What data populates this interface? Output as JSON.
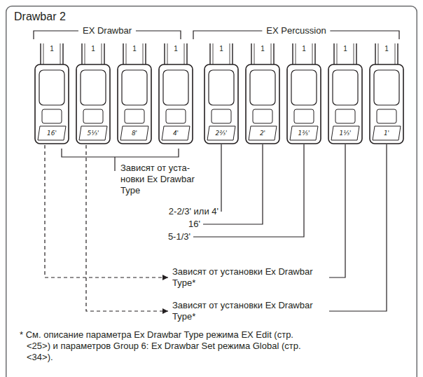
{
  "diagram": {
    "caption": "* См. описание параметра Ex Drawbar Type режима EX Edit (стр. <25>) и параметров Group 6: Ex Drawbar Set режима Global (стр. <34>).",
    "nodes": [
      {
        "text": [
          "Drawbar 2"
        ]
      },
      {
        "text": [
          "1",
          "16'"
        ],
        "in": 0
      },
      {
        "text": [
          "1",
          "5⅓'"
        ],
        "in": 0
      },
      {
        "text": [
          "1",
          "8'"
        ],
        "in": 0
      },
      {
        "text": [
          "1",
          "4'"
        ],
        "in": 0
      },
      {
        "text": [
          "1",
          "2⅔'"
        ],
        "in": 0
      },
      {
        "text": [
          "1",
          "2'"
        ],
        "in": 0
      },
      {
        "text": [
          "1",
          "1⅗'"
        ],
        "in": 0
      },
      {
        "text": [
          "1",
          "1⅓'"
        ],
        "in": 0
      },
      {
        "text": [
          "1",
          "1'"
        ],
        "in": 0
      }
    ],
    "labels": [
      "EX Drawbar",
      "EX Percussion",
      "Зависят от уста- новки Ex Drawbar Type",
      "2-2/3' или 4'",
      "16'",
      "5-1/3'",
      "Зависят от установки Ex Drawbar Type*",
      "Зависят от установки Ex Drawbar Type*"
    ]
  }
}
